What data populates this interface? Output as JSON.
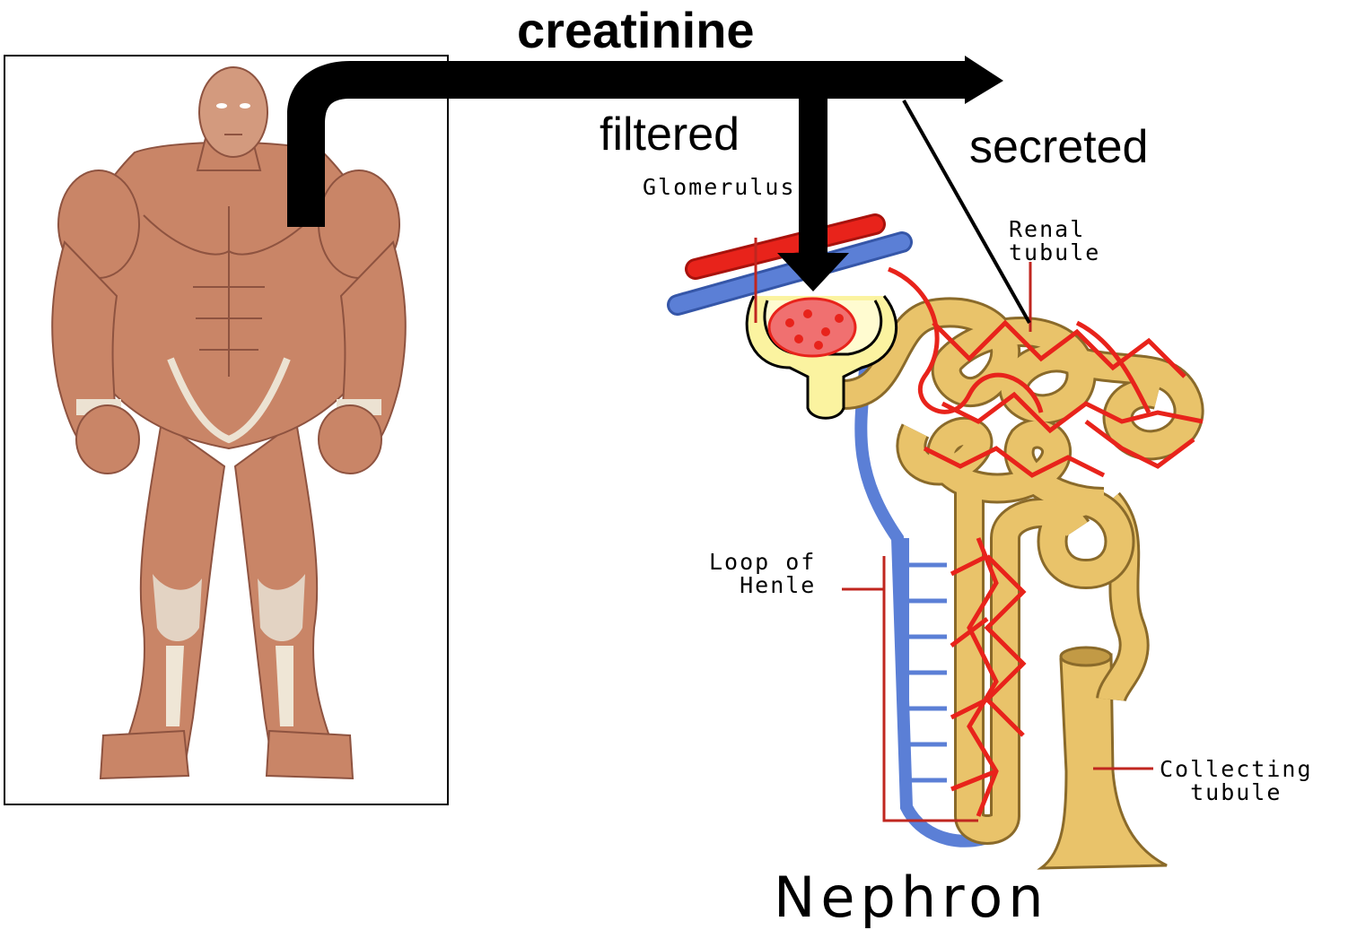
{
  "title": "creatinine",
  "arrows": {
    "filtered": "filtered",
    "secreted": "secreted"
  },
  "nephron_parts": {
    "glomerulus": "Glomerulus",
    "renal_tubule": [
      "Renal",
      "tubule"
    ],
    "loop_of_henle": [
      "Loop of",
      "Henle"
    ],
    "collecting_tubule": [
      "Collecting",
      "tubule"
    ]
  },
  "nephron_caption": "Nephron",
  "colors": {
    "arrow": "#000000",
    "artery": "#e8231b",
    "vein": "#5b7fd6",
    "tubule": "#e9c36a",
    "tubule_outline": "#8a6a2a",
    "glomerulus_capsule": "#fbf3a0",
    "muscle": "#c98567",
    "tendon": "#ece2d2"
  },
  "icons": [
    "muscular-body-figure",
    "nephron-diagram"
  ]
}
